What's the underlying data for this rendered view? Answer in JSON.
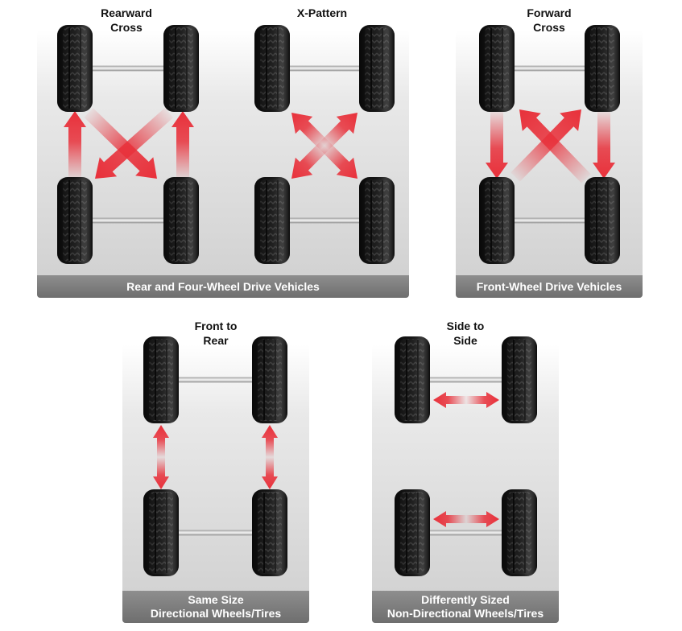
{
  "colors": {
    "arrow": "#e8303a",
    "tire": "#1f1f1f",
    "caption_bg": "#7a7a7a",
    "panel_bg": "#d9d9d9"
  },
  "patterns": [
    {
      "id": "rearward-cross",
      "title_lines": [
        "Rearward",
        "Cross"
      ]
    },
    {
      "id": "x-pattern",
      "title_lines": [
        "X-Pattern"
      ]
    },
    {
      "id": "forward-cross",
      "title_lines": [
        "Forward",
        "Cross"
      ]
    },
    {
      "id": "front-to-rear",
      "title_lines": [
        "Front to",
        "Rear"
      ]
    },
    {
      "id": "side-to-side",
      "title_lines": [
        "Side to",
        "Side"
      ]
    }
  ],
  "captions": {
    "rear_4wd": [
      "Rear and Four-Wheel Drive Vehicles"
    ],
    "fwd": [
      "Front-Wheel Drive Vehicles"
    ],
    "directional": [
      "Same Size",
      "Directional Wheels/Tires"
    ],
    "non_directional": [
      "Differently Sized",
      "Non-Directional Wheels/Tires"
    ]
  }
}
